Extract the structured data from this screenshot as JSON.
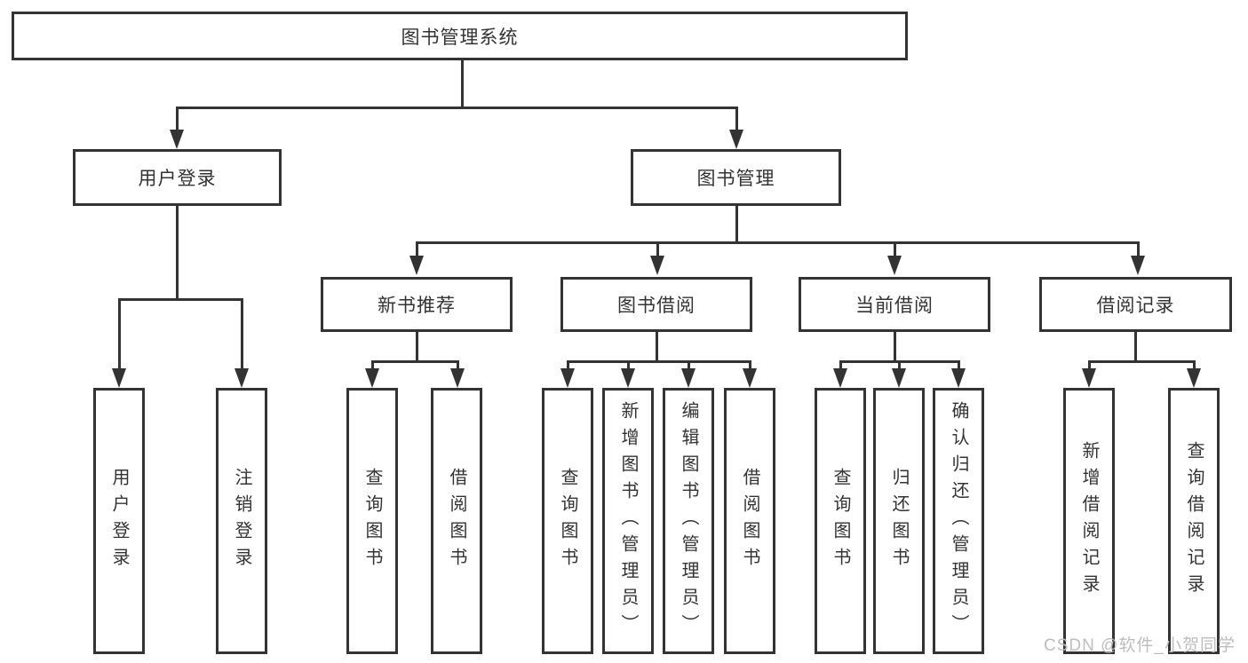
{
  "colors": {
    "line": "#333333",
    "text": "#333333",
    "background": "#ffffff",
    "watermark": "#bdbdbd"
  },
  "watermark": "CSDN @软件_小贺同学",
  "tree": {
    "root": "图书管理系统",
    "branches": [
      {
        "label": "用户登录",
        "children": [
          "用户登录",
          "注销登录"
        ]
      },
      {
        "label": "图书管理",
        "children": [
          {
            "label": "新书推荐",
            "children": [
              "查询图书",
              "借阅图书"
            ]
          },
          {
            "label": "图书借阅",
            "children": [
              "查询图书",
              "新增图书（管理员）",
              "编辑图书（管理员）",
              "借阅图书"
            ]
          },
          {
            "label": "当前借阅",
            "children": [
              "查询图书",
              "归还图书",
              "确认归还（管理员）"
            ]
          },
          {
            "label": "借阅记录",
            "children": [
              "新增借阅记录",
              "查询借阅记录"
            ]
          }
        ]
      }
    ]
  }
}
